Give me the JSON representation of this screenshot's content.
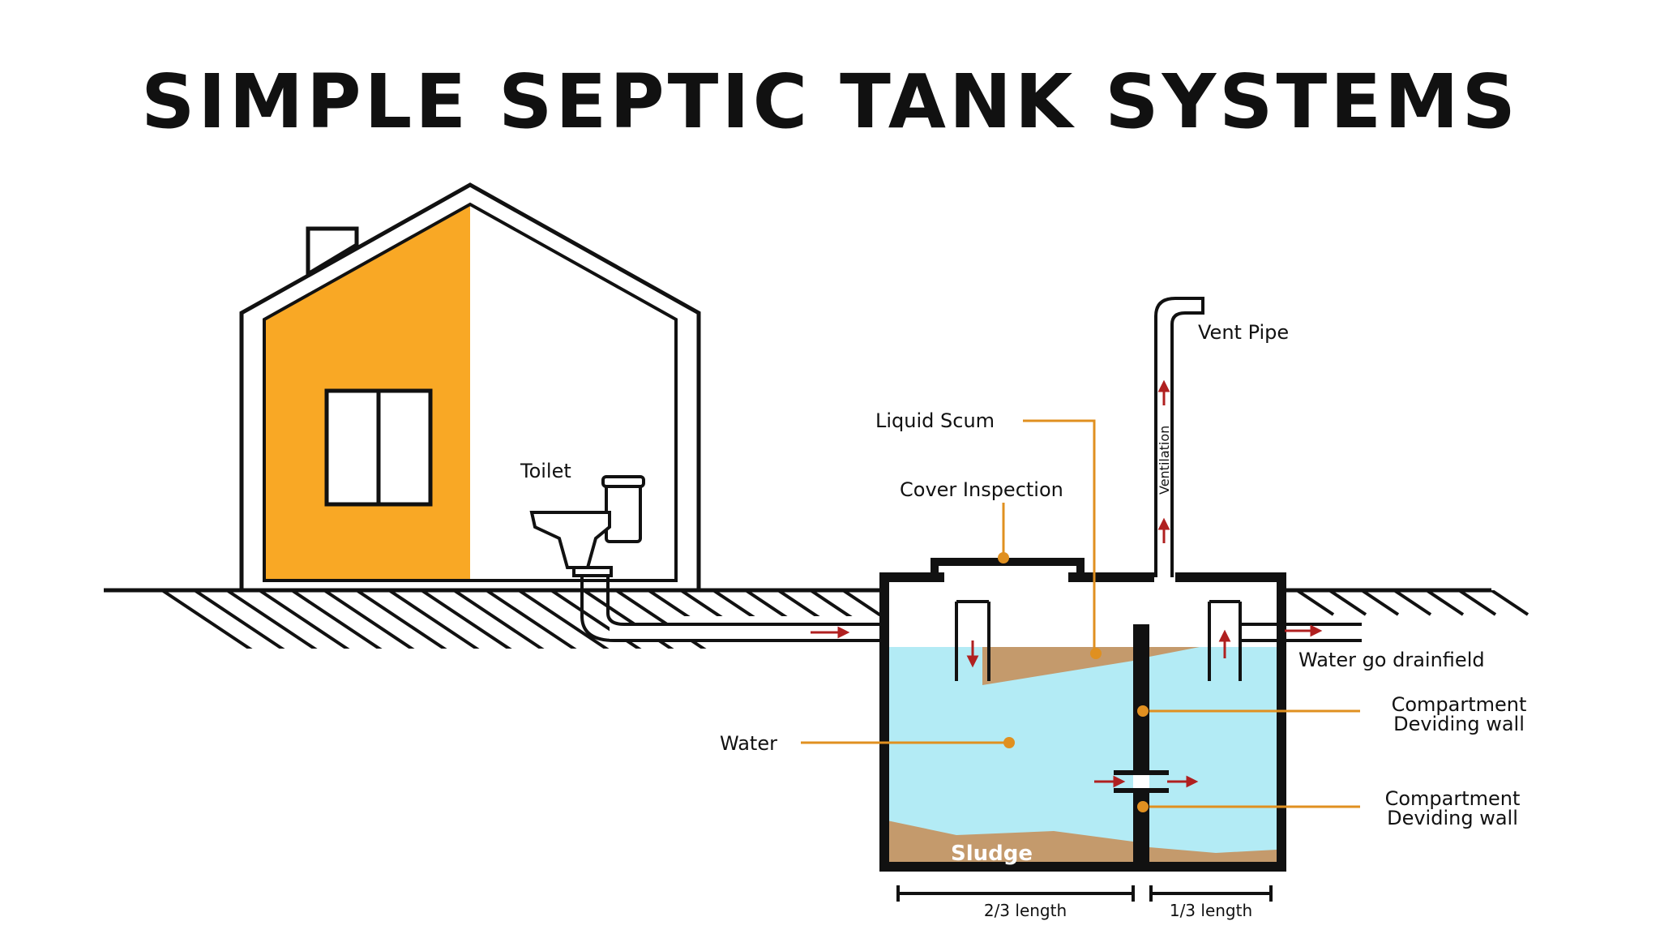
{
  "title": "SIMPLE SEPTIC TANK SYSTEMS",
  "labels": {
    "toilet": "Toilet",
    "vent_pipe": "Vent Pipe",
    "ventilation": "Ventilation",
    "liquid_scum": "Liquid Scum",
    "cover_inspection": "Cover Inspection",
    "water": "Water",
    "sludge": "Sludge",
    "water_drainfield": "Water go drainfield",
    "compartment_wall_1": [
      "Compartment",
      "Deviding wall"
    ],
    "compartment_wall_2": [
      "Compartment",
      "Deviding wall"
    ],
    "two_thirds_length": "2/3 length",
    "one_third_length": "1/3 length"
  },
  "colors": {
    "house_orange": "#f9a825",
    "water_blue": "#b3ebf5",
    "sludge_brown": "#c49a6c",
    "leader_orange": "#e09020",
    "flow_arrow_red": "#b02020",
    "outline": "#111111"
  }
}
